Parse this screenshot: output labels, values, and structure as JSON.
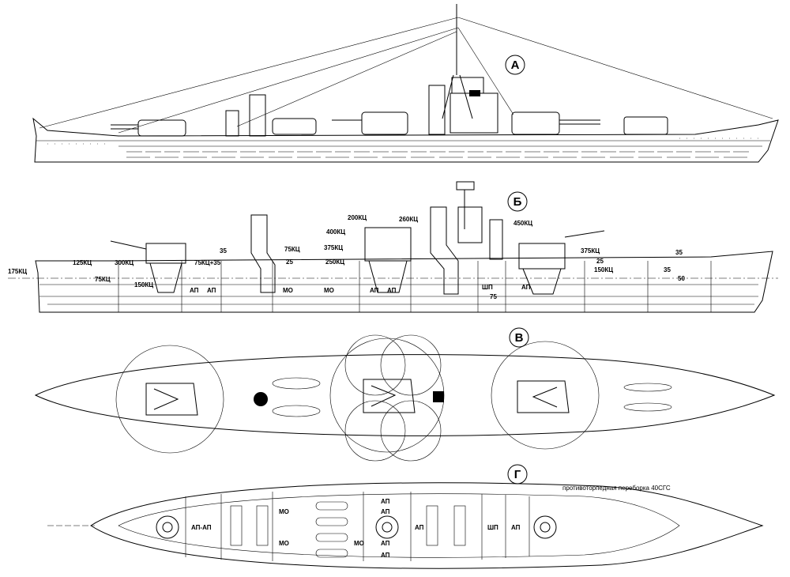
{
  "views": [
    {
      "letter": "А"
    },
    {
      "letter": "Б"
    },
    {
      "letter": "В"
    },
    {
      "letter": "Г"
    }
  ],
  "profile_labels": [
    "175КЦ",
    "125КЦ",
    "300КЦ",
    "75КЦ",
    "150КЦ",
    "75КЦ+35",
    "75КЦ",
    "25",
    "200КЦ",
    "260КЦ",
    "400КЦ",
    "375КЦ",
    "250КЦ",
    "450КЦ",
    "375КЦ",
    "150КЦ",
    "35",
    "25",
    "35",
    "50",
    "35",
    "75",
    "АП",
    "АП",
    "МО",
    "МО",
    "АП",
    "АП",
    "ШП",
    "АП"
  ],
  "plan_labels": [
    "АП-АП",
    "МО",
    "МО",
    "АП",
    "АП",
    "АП",
    "АП",
    "МО",
    "АП",
    "ШП",
    "АП"
  ],
  "plan_note": "противоторпедная переборка 40СГС"
}
